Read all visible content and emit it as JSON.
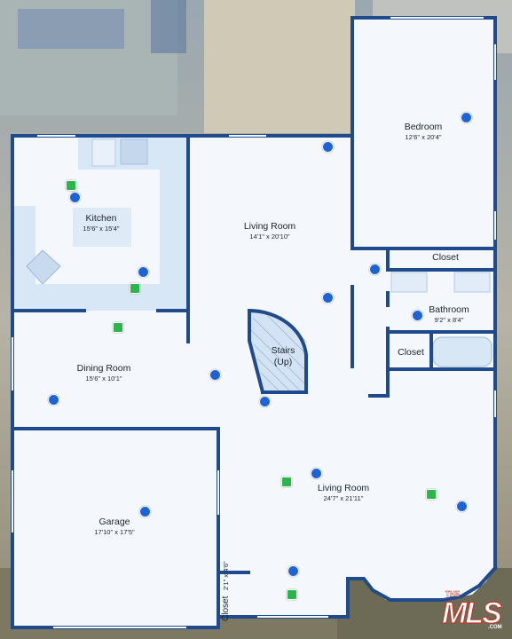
{
  "rooms": {
    "bedroom": {
      "name": "Bedroom",
      "dims": "12'6\" x 20'4\""
    },
    "kitchen": {
      "name": "Kitchen",
      "dims": "15'6\" x 15'4\""
    },
    "living_room_upper": {
      "name": "Living Room",
      "dims": "14'1\" x 20'10\""
    },
    "closet_upper": {
      "name": "Closet"
    },
    "bathroom": {
      "name": "Bathroom",
      "dims": "9'2\" x 8'4\""
    },
    "closet_middle": {
      "name": "Closet"
    },
    "stairs": {
      "name": "Stairs",
      "direction": "(Up)"
    },
    "dining_room": {
      "name": "Dining Room",
      "dims": "15'6\" x 10'1\""
    },
    "garage": {
      "name": "Garage",
      "dims": "17'10\" x 17'5\""
    },
    "living_room_lower": {
      "name": "Living Room",
      "dims": "24'7\" x 21'11\""
    },
    "closet_small": {
      "name": "Closet",
      "dims": "2'1\" x 4'6\""
    }
  },
  "logo": {
    "text": "THE MLS",
    "suffix": ".COM"
  },
  "colors": {
    "wall": "#1f4a8c",
    "floor": "#f4f8fc",
    "fixture": "#d8e7f6",
    "info_marker": "#1e63d6",
    "camera_marker": "#2bb54a"
  },
  "icons": {
    "info_marker": "blue-dot-marker-icon",
    "camera_marker": "green-square-camera-icon"
  }
}
